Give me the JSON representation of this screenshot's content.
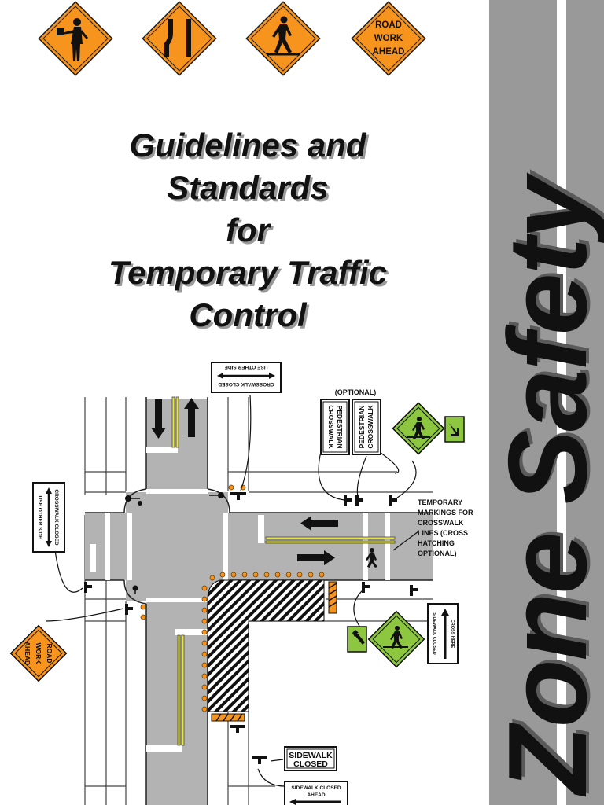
{
  "signs": {
    "road_work_ahead": "ROAD WORK AHEAD",
    "road_work_line1": "ROAD",
    "road_work_line2": "WORK",
    "road_work_line3": "AHEAD"
  },
  "title": {
    "lines": [
      "Guidelines and",
      "Standards",
      "for",
      "Temporary Traffic",
      "Control"
    ]
  },
  "side_banner": {
    "text": "Zone Safety"
  },
  "diagram": {
    "optional_label": "(OPTIONAL)",
    "ped_sign_1_line1": "PEDESTRIAN",
    "ped_sign_1_line2": "CROSSWALK",
    "ped_sign_2_line1": "PEDESTRIAN",
    "ped_sign_2_line2": "CROSSWALK",
    "top_sign_line1": "CROSSWALK CLOSED",
    "top_sign_line2": "USE OTHER SIDE",
    "left_sign_line1": "CROSSWALK CLOSED",
    "left_sign_line2": "USE OTHER SIDE",
    "right_sign_line1": "SIDEWALK CLOSED",
    "right_sign_line2": "CROSS HERE",
    "temp_markings_lines": [
      "TEMPORARY",
      "MARKINGS FOR",
      "CROSSWALK",
      "LINES (CROSS",
      "HATCHING",
      "OPTIONAL)"
    ],
    "sidewalk_closed_line1": "SIDEWALK",
    "sidewalk_closed_line2": "CLOSED",
    "bottom_sign_line1": "SIDEWALK CLOSED",
    "bottom_sign_line2": "AHEAD",
    "left_diamond_line1": "ROAD",
    "left_diamond_line2": "WORK",
    "left_diamond_line3": "AHEAD"
  },
  "colors": {
    "sign_orange": "#f7941d",
    "sign_green": "#8dc63f",
    "road_gray": "#b3b3b3",
    "banner_gray": "#999999",
    "yellow_line": "#e8e63a"
  }
}
